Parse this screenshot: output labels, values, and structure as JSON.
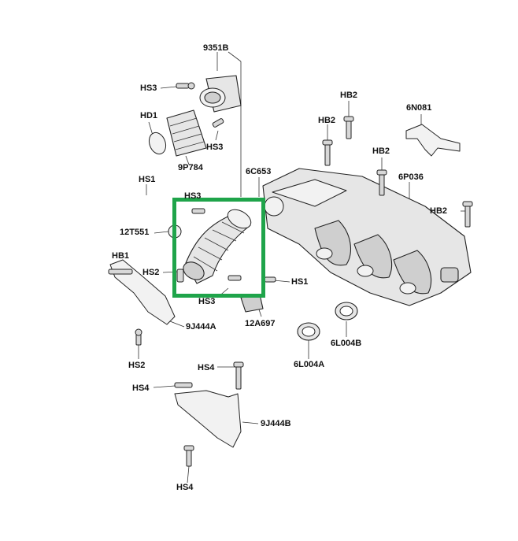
{
  "labels": {
    "l9351b": "9351B",
    "hs3_top": "HS3",
    "hd1": "HD1",
    "hs3_mid": "HS3",
    "l9p784": "9P784",
    "hs1_left": "HS1",
    "l6c653": "6C653",
    "hs3_box": "HS3",
    "l12t551": "12T551",
    "hb1": "HB1",
    "hs2_mid": "HS2",
    "hs3_bottom": "HS3",
    "hs1_right": "HS1",
    "l12a697": "12A697",
    "l9j444a": "9J444A",
    "hs2_low": "HS2",
    "hb2_a": "HB2",
    "hb2_b": "HB2",
    "hb2_c": "HB2",
    "hb2_d": "HB2",
    "l6n081": "6N081",
    "l6p036": "6P036",
    "l6l004b": "6L004B",
    "l6l004a": "6L004A",
    "hs4_top": "HS4",
    "hs4_mid": "HS4",
    "l9j444b": "9J444B",
    "hs4_bottom": "HS4"
  },
  "highlight_color": "#1fa44a"
}
